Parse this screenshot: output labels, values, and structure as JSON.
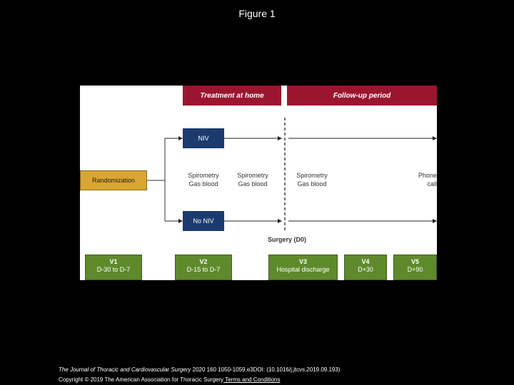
{
  "title": "Figure 1",
  "diagram": {
    "headers": [
      "Treatment at home",
      "Follow-up period"
    ],
    "randomization": "Randomization",
    "arms": [
      "NIV",
      "No NIV"
    ],
    "assessments": [
      [
        "Spirometry",
        "Gas blood"
      ],
      [
        "Spirometry",
        "Gas blood"
      ],
      [
        "Spirometry",
        "Gas blood"
      ],
      [
        "Phone",
        "call"
      ]
    ],
    "surgery": "Surgery (D0)",
    "visits": [
      {
        "label": "V1",
        "time": "D-30 to D-7"
      },
      {
        "label": "V2",
        "time": "D-15 to D-7"
      },
      {
        "label": "V3",
        "time": "Hospital discharge"
      },
      {
        "label": "V4",
        "time": "D+30"
      },
      {
        "label": "V5",
        "time": "D+90"
      }
    ],
    "colors": {
      "header": "#9b1530",
      "arm": "#1c3a6e",
      "randomization": "#d9a631",
      "visit": "#5f8a2c"
    }
  },
  "footer": {
    "citation_journal": "The Journal of Thoracic and Cardiovascular Surgery",
    "citation_rest": " 2020 160 1050-1059.e3DOI: (10.1016/j.jtcvs.2019.09.193)",
    "copyright": "Copyright © 2019 The American Association for Thoracic Surgery",
    "terms_link": " Terms and Conditions"
  }
}
